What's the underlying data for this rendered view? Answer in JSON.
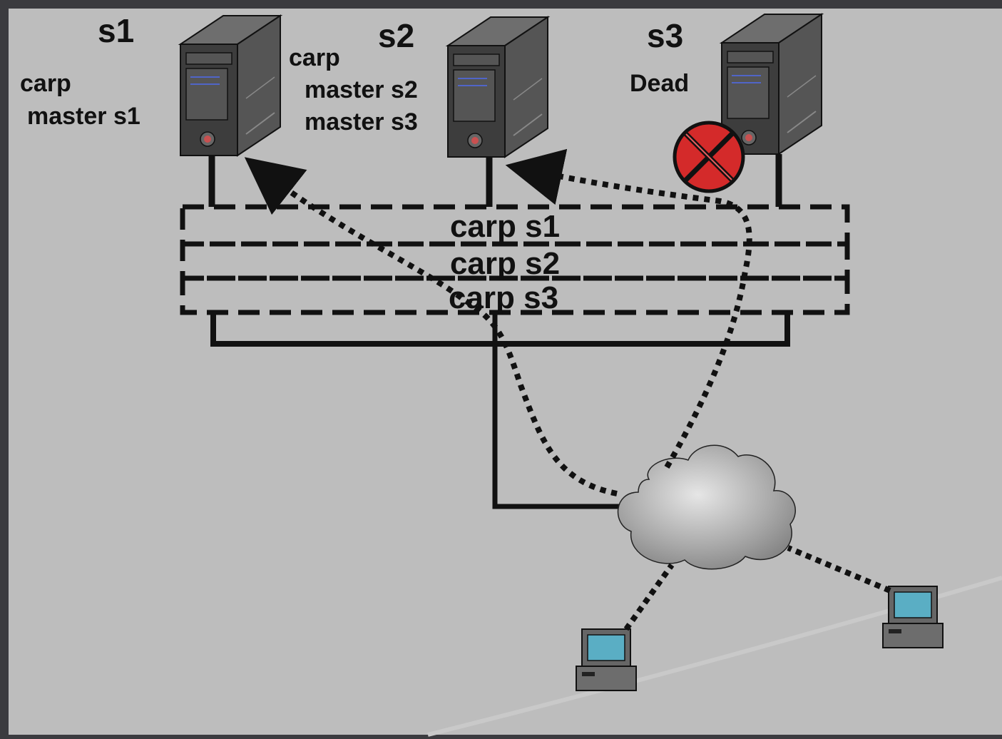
{
  "servers": [
    {
      "id": "s1",
      "name": "s1",
      "notes": [
        "carp",
        "master s1"
      ],
      "status": "alive"
    },
    {
      "id": "s2",
      "name": "s2",
      "notes": [
        "carp",
        "master s2",
        "master s3"
      ],
      "status": "alive"
    },
    {
      "id": "s3",
      "name": "s3",
      "notes": [
        "Dead"
      ],
      "status": "dead"
    }
  ],
  "carp_groups": [
    "carp s1",
    "carp s2",
    "carp s3"
  ],
  "clients": [
    "client-left",
    "client-right"
  ],
  "colors": {
    "background": "#bdbdbd",
    "frame": "#3b3b3f",
    "server_body": "#3d3d3d",
    "server_side": "#555555",
    "screen": "#5aaec4",
    "dead_marker": "#d42a2a",
    "line": "#111111"
  },
  "icons": {
    "server": "server-tower-icon",
    "cloud": "network-cloud-icon",
    "client": "computer-terminal-icon",
    "dead": "dead-x-marker-icon"
  }
}
